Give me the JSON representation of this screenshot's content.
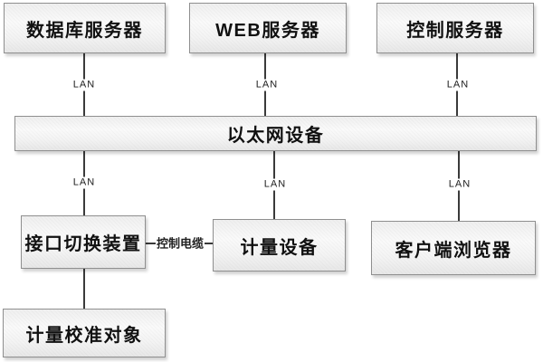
{
  "diagram": {
    "title": "network-topology-diagram",
    "nodes": {
      "db_server": "数据库服务器",
      "web_server": "WEB服务器",
      "control_server": "控制服务器",
      "ethernet_device": "以太网设备",
      "interface_switch": "接口切换装置",
      "metering_device": "计量设备",
      "client_browser": "客户端浏览器",
      "calibration_object": "计量校准对象"
    },
    "labels": {
      "lan": "LAN",
      "control_cable": "控制电缆"
    },
    "colors": {
      "box_border": "#8f8f8f",
      "box_fill_top": "#efefef",
      "box_fill_bottom": "#e7e7e7",
      "line": "#3a3a3a",
      "text": "#111111",
      "background": "#ffffff"
    }
  }
}
